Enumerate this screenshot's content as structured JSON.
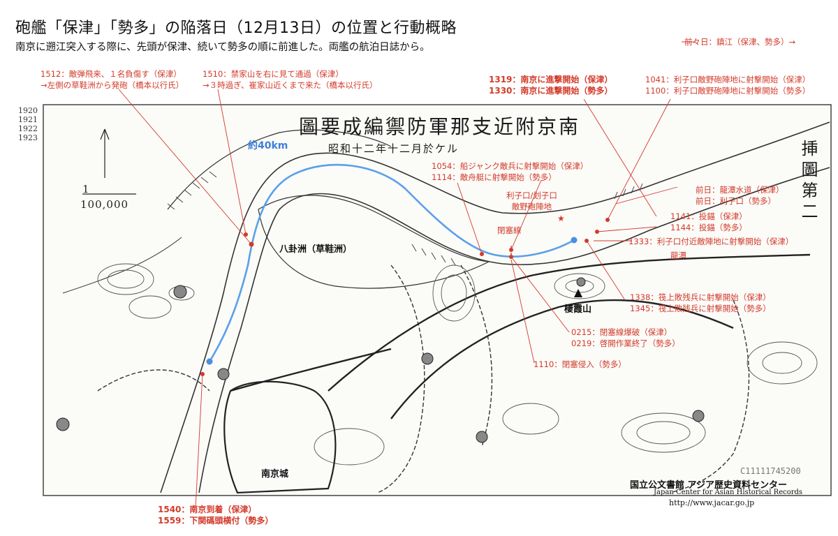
{
  "header": {
    "title": "砲艦「保津」「勢多」の陥落日（12月13日）の位置と行動概略",
    "subtitle": "南京に遡江突入する際に、先頭が保津、続いて勢多の順に前進した。両艦の航泊日誌から。",
    "prev_day_note": "前々日：鎮江（保津、勢多）→"
  },
  "map": {
    "title": "圖要成編禦防軍那支近附京南",
    "date_label": "昭和十二年十二月於ケル",
    "scale_numerator": "1",
    "scale_denominator": "100,000",
    "years": [
      "1920",
      "1921",
      "1922",
      "1923"
    ],
    "sheet_label": "挿圖第二",
    "jacar_name": "国立公文書館 アジア歴史資料センター",
    "jacar_en": "Japan Center for Asian Historical Records",
    "jacar_url": "http://www.jacar.go.jp",
    "ref_code": "C11111745200",
    "route_distance": "約40km",
    "route_color": "#3f7fd9",
    "annotation_color": "#d23a2a"
  },
  "places": {
    "bagua": "八卦洲（草鞋洲）",
    "nanjing": "南京城",
    "qixia": "棲霞山",
    "longtan": "龍潭",
    "blockade": "閉塞線",
    "fort": "利子口/划子口\n敵野砲陣地"
  },
  "notes": {
    "n1512a": "1512：敵弾飛来、１名負傷す（保津）",
    "n1512b": "→左側の草鞋洲から発砲（橋本以行氏）",
    "n1510a": "1510：禁家山を右に見て通過（保津）",
    "n1510b": "→３時過ぎ、崔家山近くまで来た（橋本以行氏）",
    "n1319": "1319：南京に進撃開始（保津）",
    "n1330": "1330：南京に進撃開始（勢多）",
    "n1041": "1041：利子口敵野砲陣地に射撃開始（保津）",
    "n1100": "1100：利子口敵野砲陣地に射撃開始（勢多）",
    "n1054": "1054：船ジャンク敵兵に射撃開始（保津）",
    "n1114": "1114：敵舟艇に射撃開始（勢多）",
    "prev1": "前日：龍潭水道（保津）",
    "prev2": "前日：利子口（勢多）",
    "n1141": "1141：投錨（保津）",
    "n1144": "1144：投錨（勢多）",
    "n1333": "1333：利子口付近敵陣地に射撃開始（保津）",
    "n1338": "1338：筏上敗残兵に射撃開始（保津）",
    "n1345": "1345：筏上敗残兵に射撃開始（勢多）",
    "n0215": "0215：閉塞線爆破（保津）",
    "n0219": "0219：啓開作業終了（勢多）",
    "n1110": "1110：閉塞侵入（勢多）",
    "n1540": "1540：南京到着（保津）",
    "n1559": "1559：下関碼頭横付（勢多）"
  }
}
